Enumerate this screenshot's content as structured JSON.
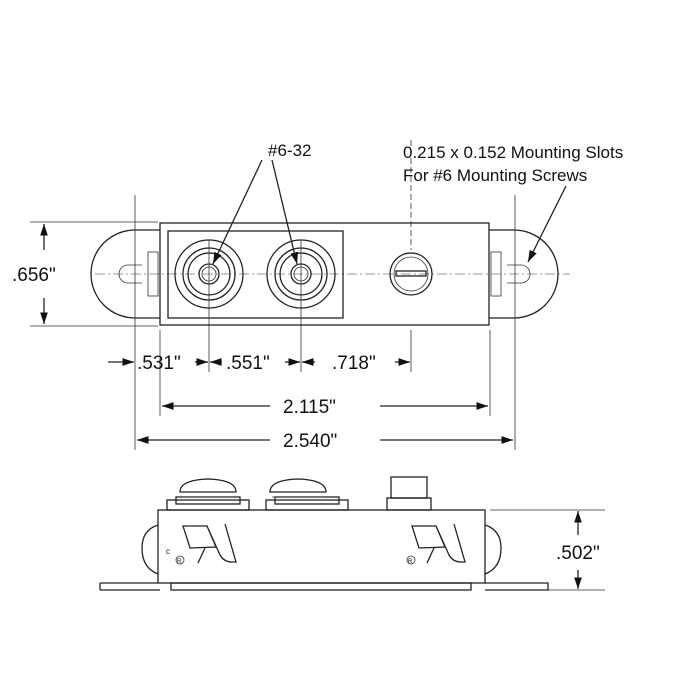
{
  "callouts": {
    "thread": "#6-32",
    "slots_line1": "0.215 x 0.152 Mounting Slots",
    "slots_line2": "For #6 Mounting Screws"
  },
  "dimensions": {
    "height_top": ".656\"",
    "d1": ".531\"",
    "d2": ".551\"",
    "d3": ".718\"",
    "inner_length": "2.115\"",
    "overall_length": "2.540\"",
    "side_height": ".502\""
  },
  "marks": {
    "c": "c",
    "r": "R"
  },
  "colors": {
    "line": "#222222",
    "background": "#ffffff"
  }
}
